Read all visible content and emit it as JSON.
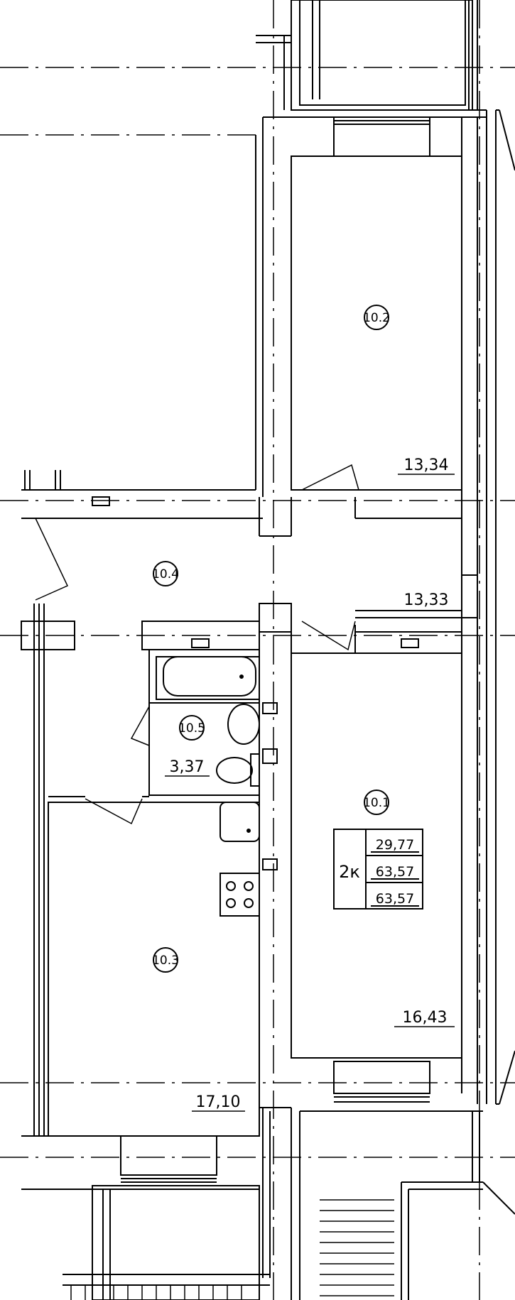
{
  "rooms": [
    {
      "id": "room-10-2",
      "tag": "10.2",
      "area": "13,34"
    },
    {
      "id": "room-10-4",
      "tag": "10.4",
      "area": "13,33"
    },
    {
      "id": "room-10-5",
      "tag": "10.5",
      "area": "3,37"
    },
    {
      "id": "room-10-1",
      "tag": "10.1",
      "area": "16,43"
    },
    {
      "id": "room-10-3",
      "tag": "10.3",
      "area": "17,10"
    }
  ],
  "apartment": {
    "type": "2к",
    "living_area": "29,77",
    "total_area": "63,57",
    "total_area_with_balcony": "63,57"
  },
  "colors": {
    "line": "#000000",
    "background": "#ffffff"
  }
}
